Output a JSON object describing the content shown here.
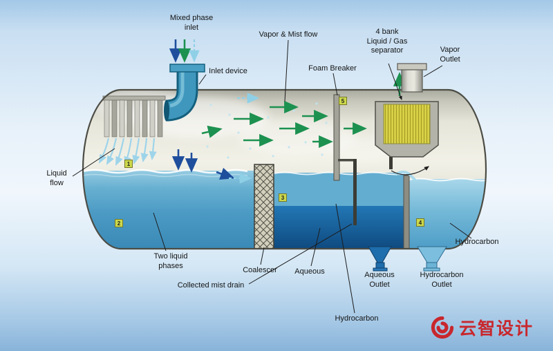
{
  "labels": {
    "mixed_phase_inlet": "Mixed phase\ninlet",
    "inlet_device": "Inlet device",
    "vapor_mist_flow": "Vapor & Mist flow",
    "foam_breaker": "Foam Breaker",
    "four_bank_separator": "4 bank\nLiquid / Gas\nseparator",
    "vapor_outlet": "Vapor\nOutlet",
    "liquid_flow": "Liquid\nflow",
    "two_liquid_phases": "Two liquid\nphases",
    "coalescer": "Coalescer",
    "collected_mist_drain": "Collected mist drain",
    "aqueous": "Aqueous",
    "aqueous_outlet": "Aqueous\nOutlet",
    "hydrocarbon_outlet": "Hydrocarbon\nOutlet",
    "hydrocarbon_right": "Hydrocarbon",
    "hydrocarbon_bottom": "Hydrocarbon"
  },
  "badges": [
    "1",
    "2",
    "3",
    "4",
    "5"
  ],
  "watermark": {
    "text": "云智设计",
    "color": "#c8272d"
  },
  "colors": {
    "vessel_shell": "#f2f1e7",
    "liquid_light": "#94cbe2",
    "liquid_medium": "#4b9ac4",
    "liquid_dark": "#0f4a80",
    "arrow_green": "#1d9150",
    "arrow_blue": "#1f4e9c",
    "arrow_cyan": "#8fd0e6",
    "separator_yellow": "#ddd64a",
    "watermark_red": "#c8272d"
  }
}
